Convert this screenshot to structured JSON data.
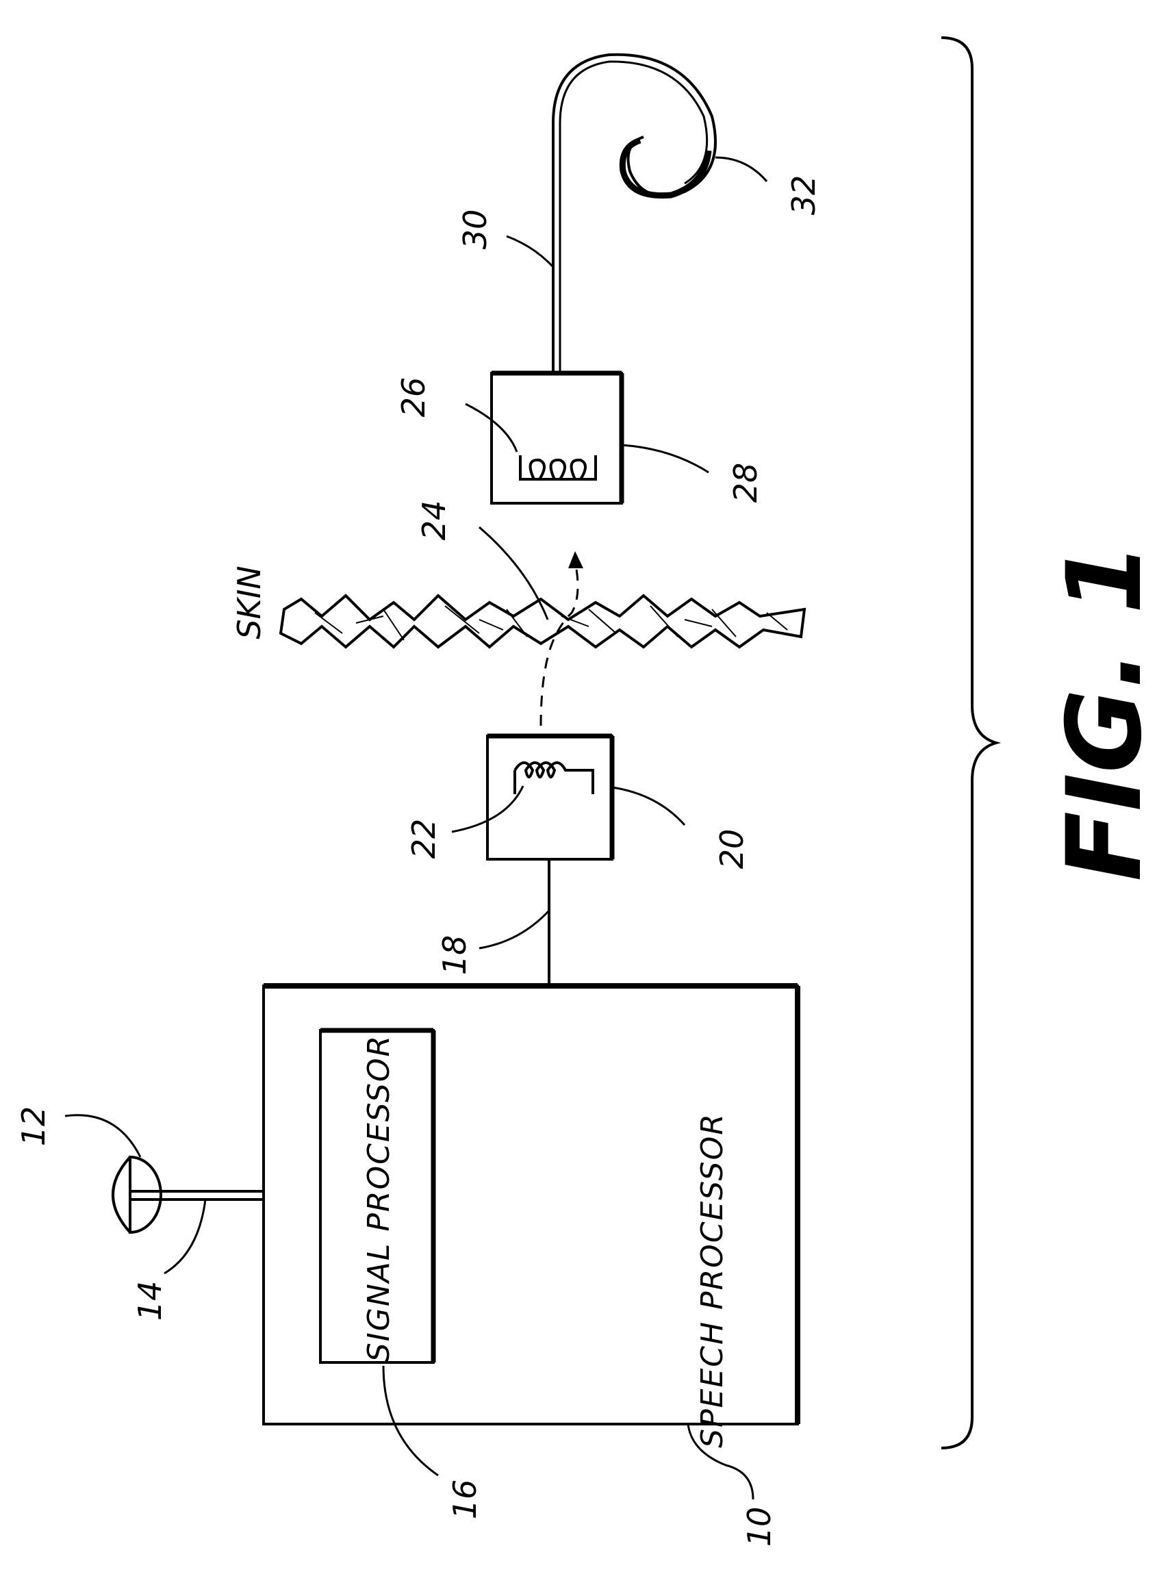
{
  "figure": {
    "title": "FIG. 1",
    "skin_label": "SKIN",
    "boxes": {
      "signal_processor": "SIGNAL PROCESSOR",
      "speech_processor": "SPEECH PROCESSOR"
    },
    "refs": {
      "r10": "10",
      "r12": "12",
      "r14": "14",
      "r16": "16",
      "r18": "18",
      "r20": "20",
      "r22": "22",
      "r24": "24",
      "r26": "26",
      "r28": "28",
      "r30": "30",
      "r32": "32"
    }
  }
}
